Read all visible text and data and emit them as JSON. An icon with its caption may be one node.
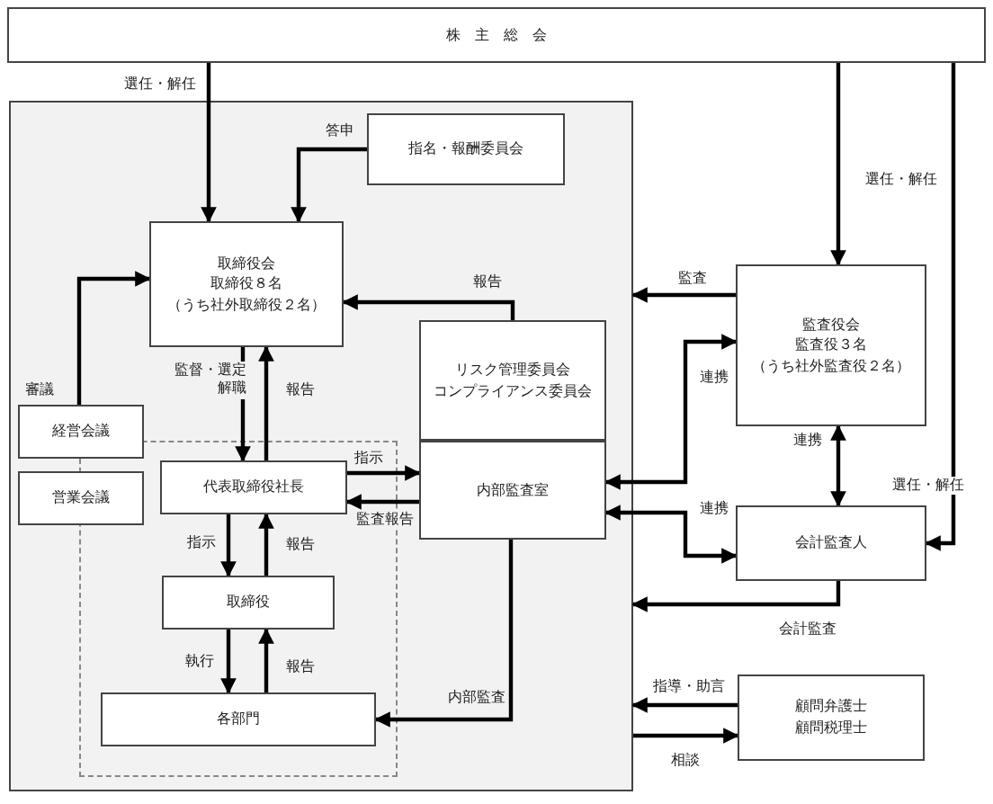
{
  "diagram": {
    "nodes": [
      {
        "text": [
          "株主総会"
        ]
      },
      {
        "text": [],
        "shape": "box"
      },
      {
        "text": [
          "指名・報酬委員会"
        ],
        "in": 1
      },
      {
        "text": [
          "取締役会",
          "取締役８名",
          "（うち社外取締役２名）"
        ],
        "in": 1
      },
      {
        "text": [
          "リスク管理委員会",
          "コンプライアンス委員会"
        ],
        "in": 1
      },
      {
        "text": [],
        "shape": "box",
        "in": 1
      },
      {
        "text": [
          "経営会議"
        ],
        "in": 1
      },
      {
        "text": [
          "営業会議"
        ],
        "in": 1
      },
      {
        "text": [
          "代表取締役社長"
        ],
        "in": 5
      },
      {
        "text": [
          "内部監査室"
        ],
        "in": 1
      },
      {
        "text": [
          "取締役"
        ],
        "in": 5
      },
      {
        "text": [
          "各部門"
        ],
        "in": 5
      },
      {
        "text": [
          "監査役会",
          "監査役３名",
          "（うち社外監査役２名）"
        ]
      },
      {
        "text": [
          "会計監査人"
        ]
      },
      {
        "text": [
          "顧問弁護士",
          "顧問税理士"
        ]
      }
    ],
    "edges": [
      {
        "from": 0,
        "to": 3,
        "arrow": "to",
        "label": "選任・解任"
      },
      {
        "from": 0,
        "to": 12,
        "arrow": "to",
        "label": "選任・解任"
      },
      {
        "from": 0,
        "to": 13,
        "arrow": "to",
        "label": "選任・解任"
      },
      {
        "from": 2,
        "to": 3,
        "arrow": "to",
        "label": "答申"
      },
      {
        "from": 4,
        "to": 3,
        "arrow": "to",
        "label": "報告"
      },
      {
        "from": 6,
        "to": 3,
        "arrow": "to",
        "label": "審議"
      },
      {
        "from": 3,
        "to": 8,
        "arrow": "to",
        "label": "監督・選定解職"
      },
      {
        "from": 8,
        "to": 3,
        "arrow": "to",
        "label": "報告"
      },
      {
        "from": 8,
        "to": 9,
        "arrow": "to",
        "label": "指示"
      },
      {
        "from": 9,
        "to": 8,
        "arrow": "to",
        "label": "監査報告"
      },
      {
        "from": 8,
        "to": 10,
        "arrow": "to",
        "label": "指示"
      },
      {
        "from": 10,
        "to": 8,
        "arrow": "to",
        "label": "報告"
      },
      {
        "from": 10,
        "to": 11,
        "arrow": "to",
        "label": "執行"
      },
      {
        "from": 11,
        "to": 10,
        "arrow": "to",
        "label": "報告"
      },
      {
        "from": 9,
        "to": 11,
        "arrow": "to",
        "label": "内部監査"
      },
      {
        "from": 12,
        "to": 1,
        "arrow": "to",
        "label": "監査"
      },
      {
        "from": 12,
        "to": 9,
        "arrow": "both",
        "label": "連携"
      },
      {
        "from": 12,
        "to": 13,
        "arrow": "both",
        "label": "連携"
      },
      {
        "from": 13,
        "to": 9,
        "arrow": "both",
        "label": "連携"
      },
      {
        "from": 13,
        "to": 1,
        "arrow": "to",
        "label": "会計監査"
      },
      {
        "from": 14,
        "to": 1,
        "arrow": "to",
        "label": "指導・助言"
      },
      {
        "from": 1,
        "to": 14,
        "arrow": "to",
        "label": "相談"
      }
    ]
  }
}
